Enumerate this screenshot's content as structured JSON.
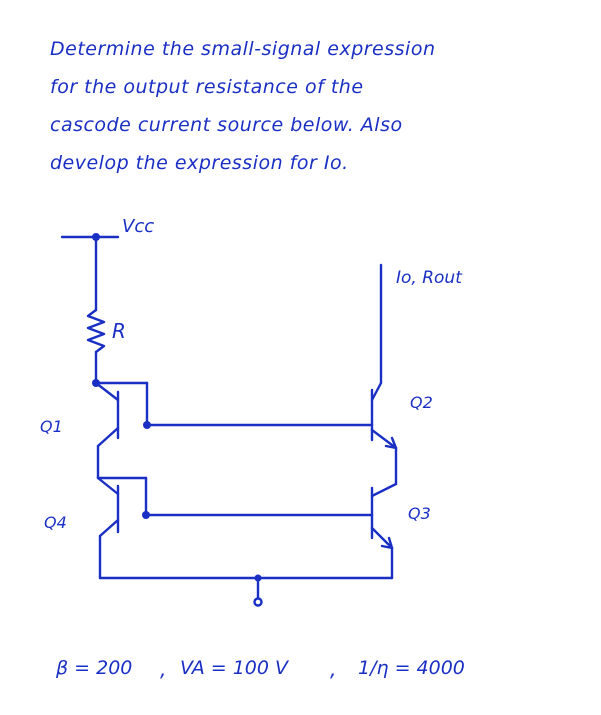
{
  "prompt": {
    "line1": "Determine the small-signal expression",
    "line2": "for the output resistance of the",
    "line3": "cascode current source below. Also",
    "line4": "develop the expression for Io."
  },
  "labels": {
    "vcc": "Vcc",
    "resistor": "R",
    "output": "Io, Rout",
    "q1": "Q1",
    "q2": "Q2",
    "q3": "Q3",
    "q4": "Q4"
  },
  "params": {
    "beta": "β = 200",
    "va": "VA = 100 V",
    "eta": "1/η = 4000"
  }
}
